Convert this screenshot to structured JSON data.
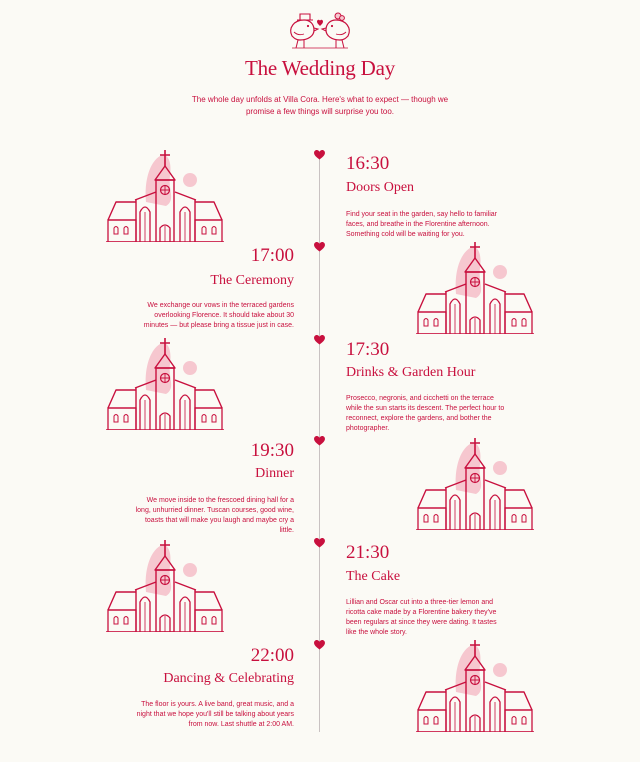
{
  "header": {
    "title": "The Wedding Day",
    "subtitle": "The whole day unfolds at Villa Cora. Here's what to expect — though we promise a few things will surprise you too."
  },
  "icons": {
    "birds": "lovebirds-icon",
    "heart": "heart-icon",
    "church": "church-icon"
  },
  "colors": {
    "accent": "#c8103e",
    "blush": "#f6c7cf",
    "background": "#fbfaf5",
    "line": "#c9c2c2"
  },
  "events": [
    {
      "time": "16:30",
      "title": "Doors Open",
      "description": "Find your seat in the garden, say hello to familiar faces, and breathe in the Florentine afternoon. Something cold will be waiting for you."
    },
    {
      "time": "17:00",
      "title": "The Ceremony",
      "description": "We exchange our vows in the terraced gardens overlooking Florence. It should take about 30 minutes — but please bring a tissue just in case."
    },
    {
      "time": "17:30",
      "title": "Drinks & Garden Hour",
      "description": "Prosecco, negronis, and cicchetti on the terrace while the sun starts its descent. The perfect hour to reconnect, explore the gardens, and bother the photographer."
    },
    {
      "time": "19:30",
      "title": "Dinner",
      "description": "We move inside to the frescoed dining hall for a long, unhurried dinner. Tuscan courses, good wine, toasts that will make you laugh and maybe cry a little."
    },
    {
      "time": "21:30",
      "title": "The Cake",
      "description": "Lillian and Oscar cut into a three-tier lemon and ricotta cake made by a Florentine bakery they've been regulars at since they were dating. It tastes like the whole story."
    },
    {
      "time": "22:00",
      "title": "Dancing & Celebrating",
      "description": "The floor is yours. A live band, great music, and a night that we hope you'll still be talking about years from now. Last shuttle at 2:00 AM."
    }
  ]
}
